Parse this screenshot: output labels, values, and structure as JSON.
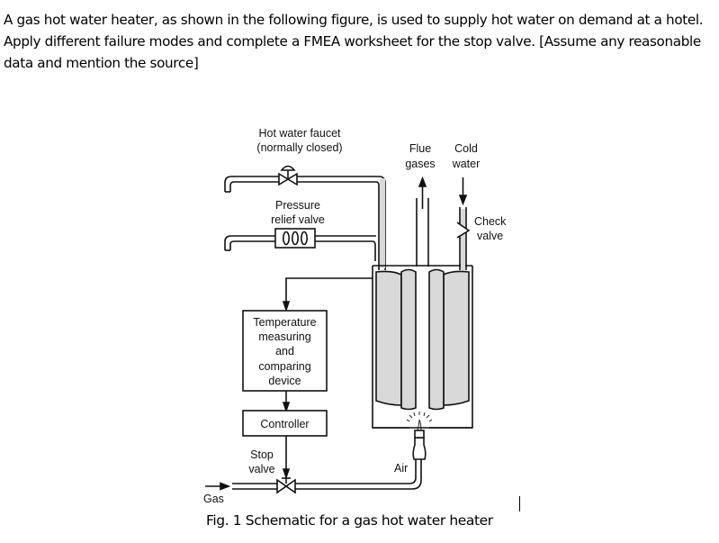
{
  "document": {
    "question_text": "A gas hot water heater, as shown in the following figure, is used to supply hot water on demand at a hotel. Apply different failure modes and complete a FMEA worksheet for the stop valve. [Assume any reasonable data and mention the source]",
    "caption": "Fig. 1 Schematic for a gas hot water heater"
  },
  "figure": {
    "labels": {
      "hot_water_faucet_line1": "Hot water faucet",
      "hot_water_faucet_line2": "(normally closed)",
      "pressure_relief_line1": "Pressure",
      "pressure_relief_line2": "relief valve",
      "flue_line1": "Flue",
      "flue_line2": "gases",
      "cold_line1": "Cold",
      "cold_line2": "water",
      "check_line1": "Check",
      "check_line2": "valve",
      "temp_line1": "Temperature",
      "temp_line2": "measuring",
      "temp_line3": "and",
      "temp_line4": "comparing",
      "temp_line5": "device",
      "controller": "Controller",
      "stop_line1": "Stop",
      "stop_line2": "valve",
      "air": "Air",
      "gas": "Gas"
    },
    "colors": {
      "water_fill": "#d9d9d9",
      "line": "#111111"
    }
  }
}
